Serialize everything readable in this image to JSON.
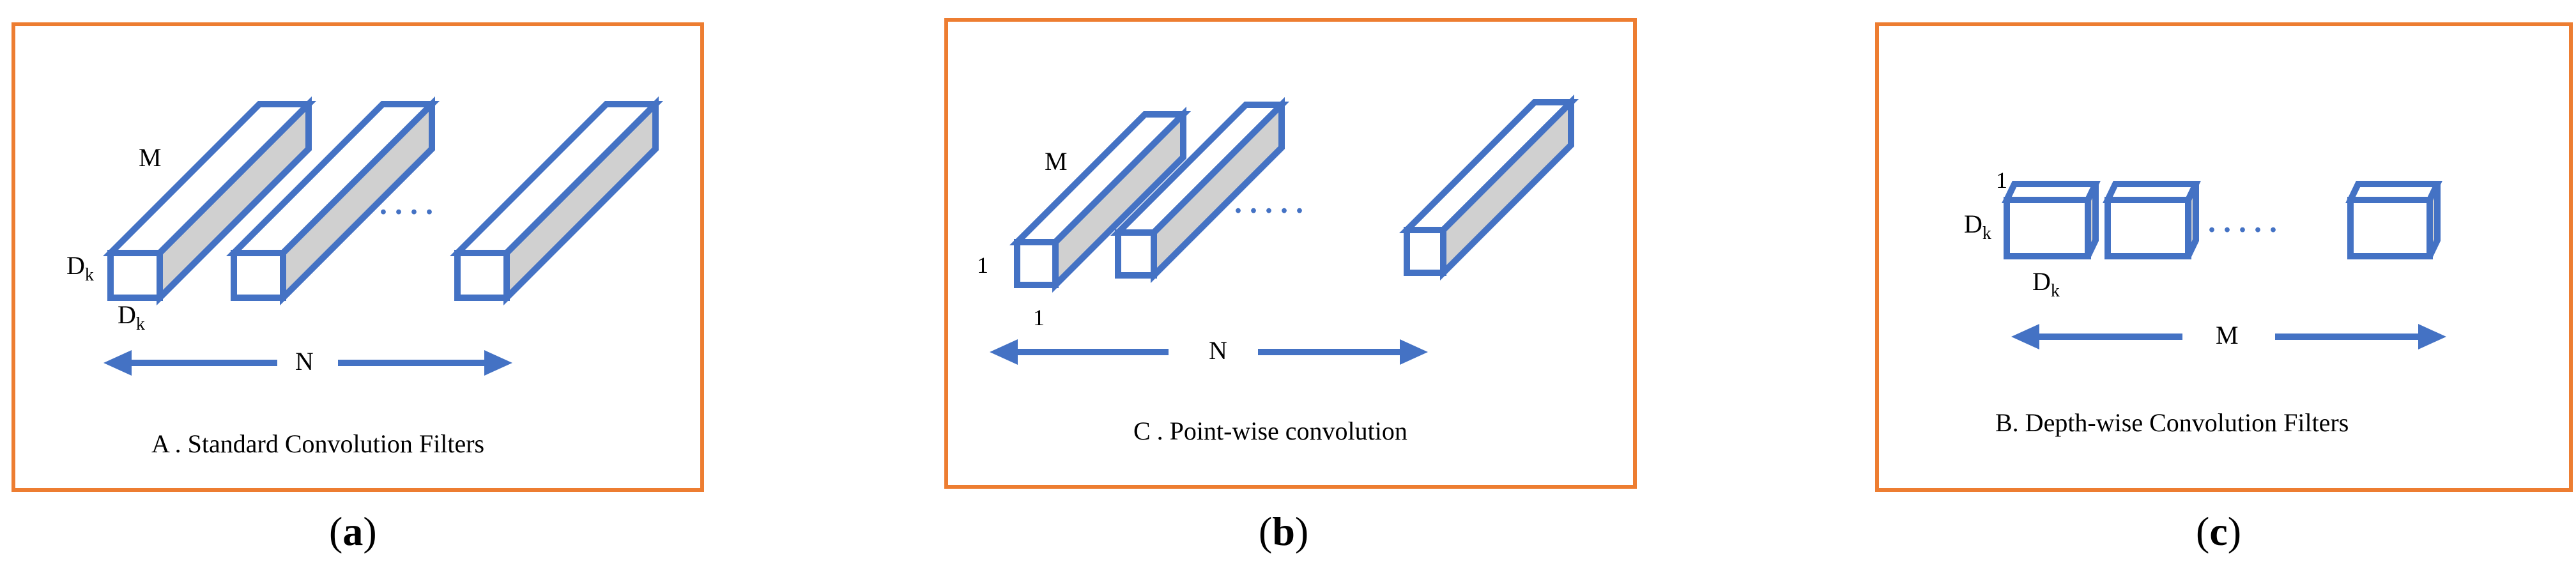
{
  "panels": {
    "a": {
      "dim_depth": "M",
      "dim_height": "D",
      "dim_width": "D",
      "subscript": "k",
      "ellipsis": ". . . .",
      "arrow_label": "N",
      "caption": "A . Standard Convolution Filters",
      "figure_label": "a"
    },
    "b": {
      "dim_depth": "M",
      "dim_height": "1",
      "dim_width": "1",
      "ellipsis": ". . . . .",
      "arrow_label": "N",
      "caption": "C . Point-wise convolution",
      "figure_label": "b"
    },
    "c": {
      "dim_depth": "1",
      "dim_height": "D",
      "dim_width": "D",
      "subscript": "k",
      "ellipsis": ". . . . .",
      "arrow_label": "M",
      "caption": "B. Depth-wise Convolution Filters",
      "figure_label": "c"
    }
  },
  "colors": {
    "border": "#ed7d31",
    "shape_stroke": "#4472c4",
    "shape_side": "#d0d0d0"
  }
}
